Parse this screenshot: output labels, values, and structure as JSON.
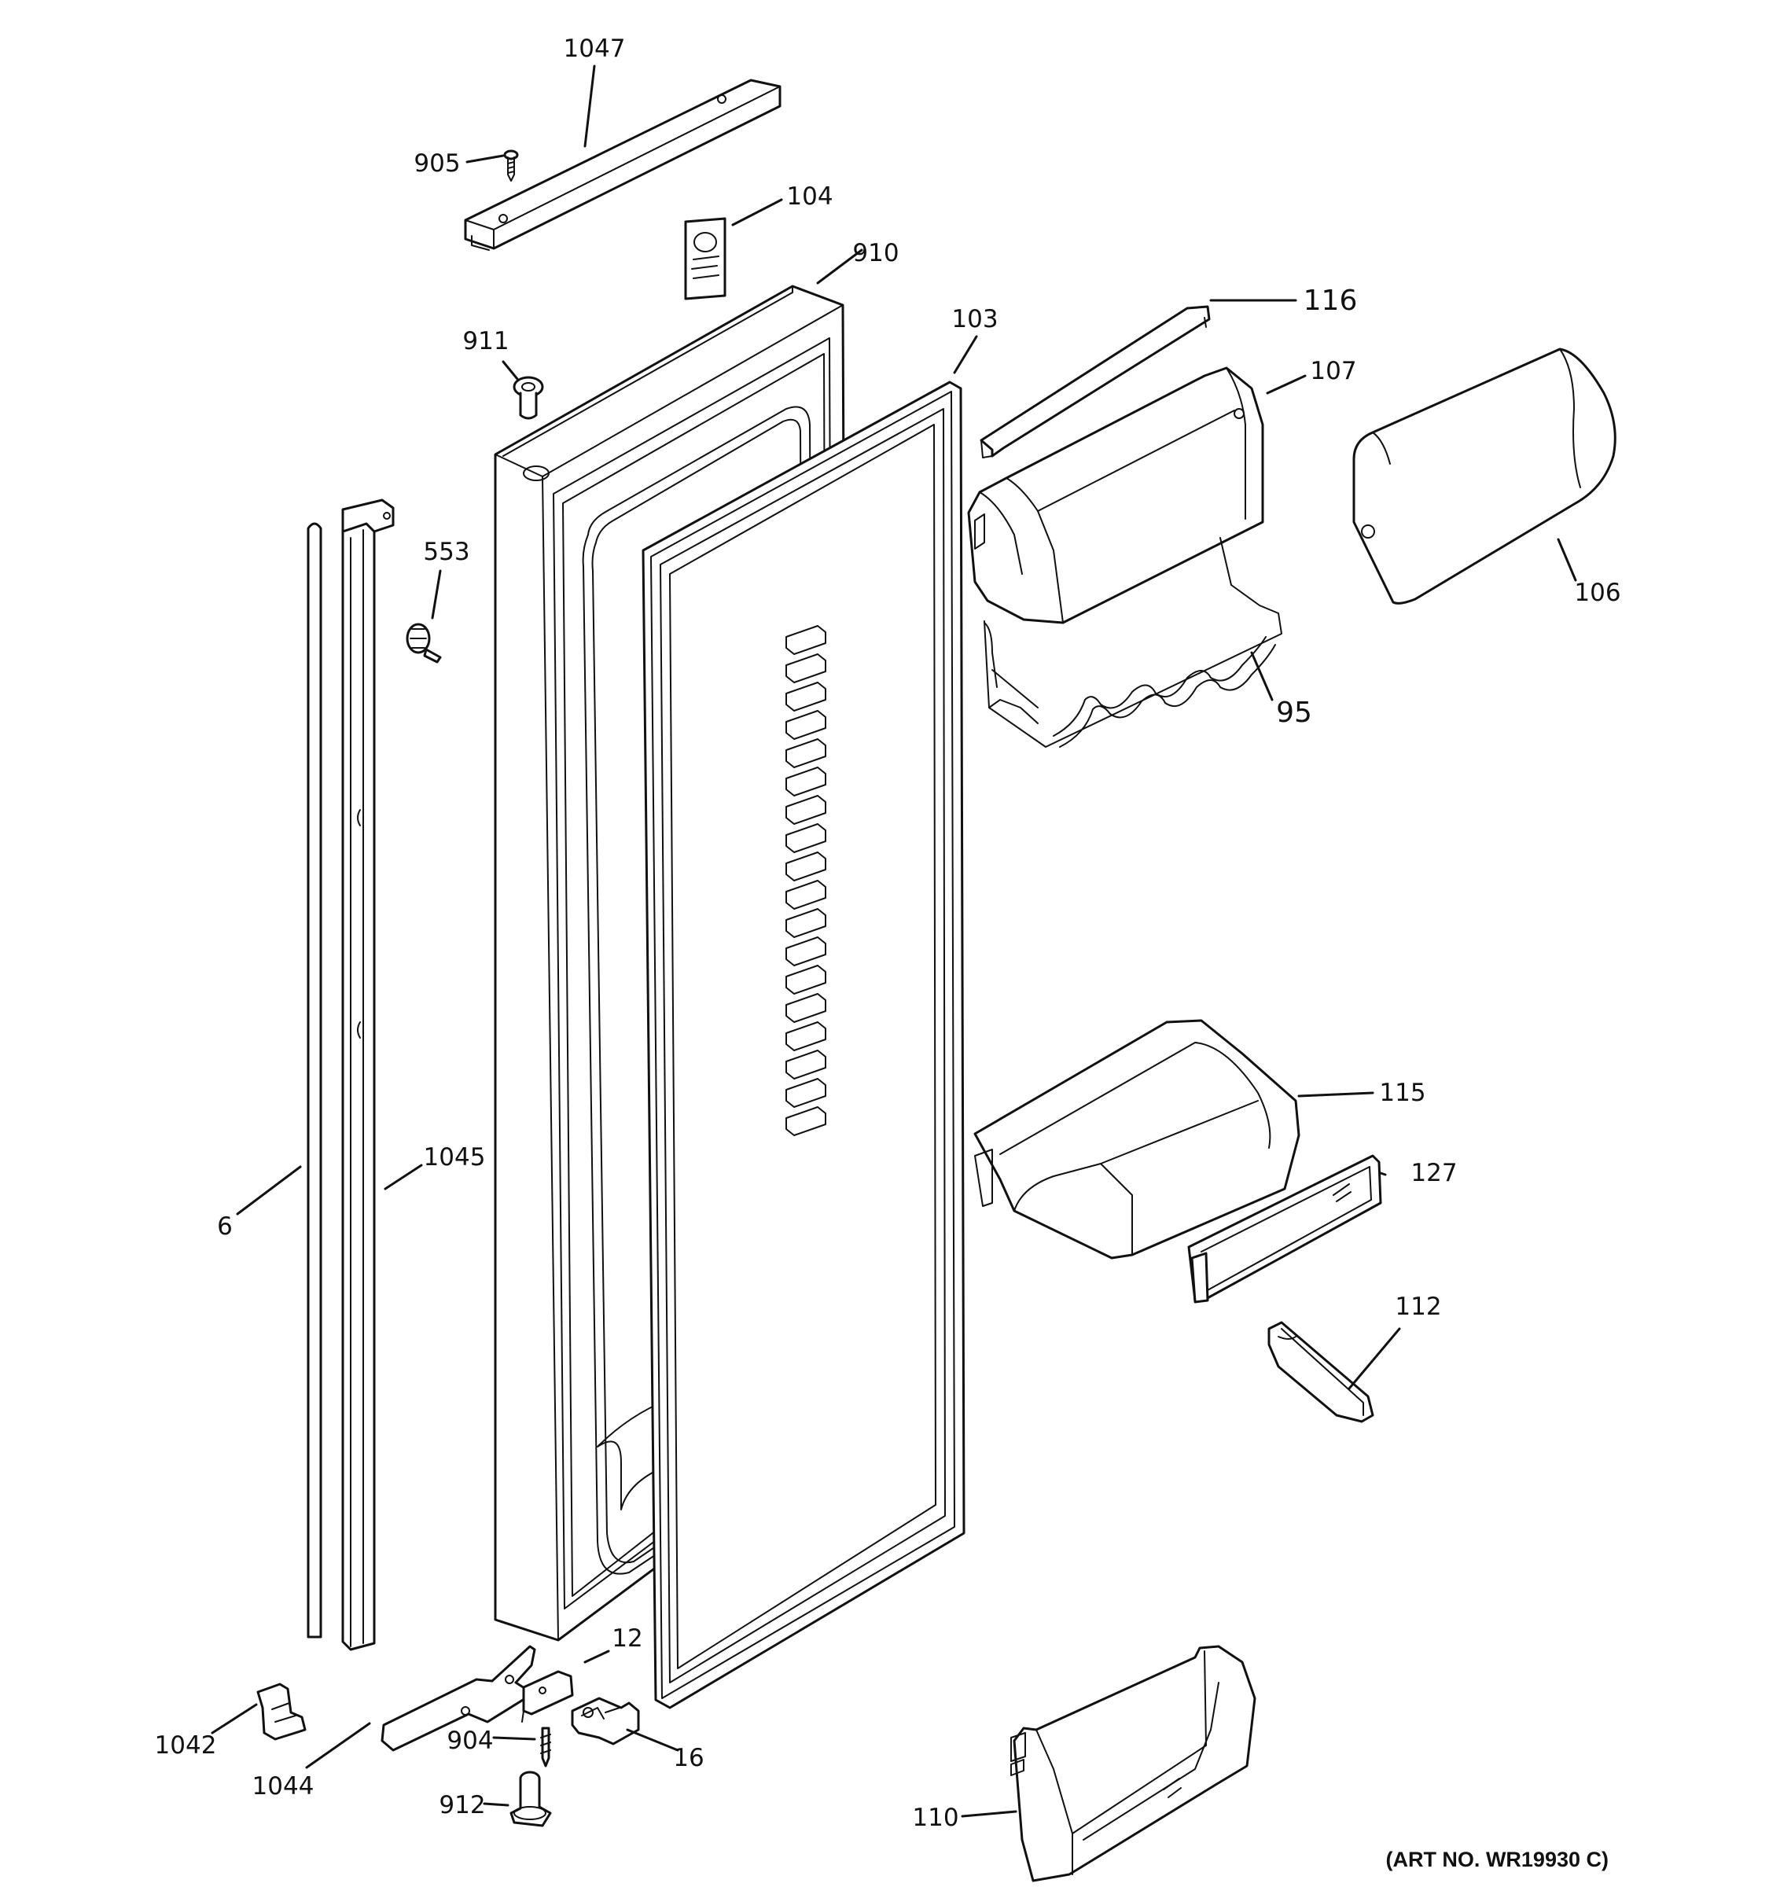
{
  "diagram": {
    "art_number": "(ART NO. WR19930 C)",
    "callouts": {
      "c1047": "1047",
      "c905": "905",
      "c104": "104",
      "c910": "910",
      "c911": "911",
      "c103": "103",
      "c116": "116",
      "c107": "107",
      "c106": "106",
      "c553": "553",
      "c95": "95",
      "c115": "115",
      "c127": "127",
      "c6": "6",
      "c1045": "1045",
      "c112": "112",
      "c12": "12",
      "c1042": "1042",
      "c1044": "1044",
      "c904": "904",
      "c16": "16",
      "c912": "912",
      "c110": "110"
    }
  }
}
